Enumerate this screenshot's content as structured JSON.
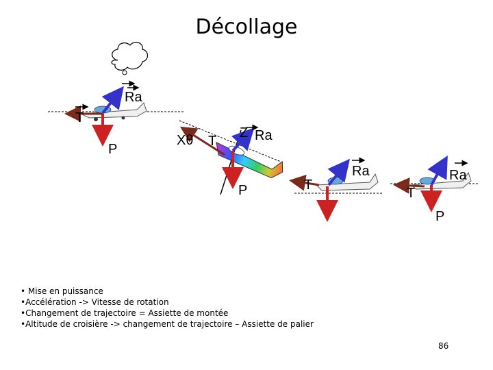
{
  "title": "Décollage",
  "labels": {
    "ra": "Ra",
    "t": "T",
    "p": "P",
    "z": "Z",
    "x_theta": "Xθ"
  },
  "bullets": [
    "• Mise en puissance",
    "•Accélération -> Vitesse de rotation",
    "•Changement de trajectoire = Assiette de montée",
    "•Altitude de croisière -> changement de trajectoire – Assiette de palier"
  ],
  "page_number": "86",
  "colors": {
    "lift_arrow": "#3333cc",
    "weight_arrow": "#cc2222",
    "thrust_arrow": "#7a2a1a",
    "small_arrow": "#000000",
    "rainbow_aircraft": [
      "#cc33cc",
      "#3355ff",
      "#33ccff",
      "#33cc66",
      "#cccc33",
      "#ff6633"
    ]
  }
}
